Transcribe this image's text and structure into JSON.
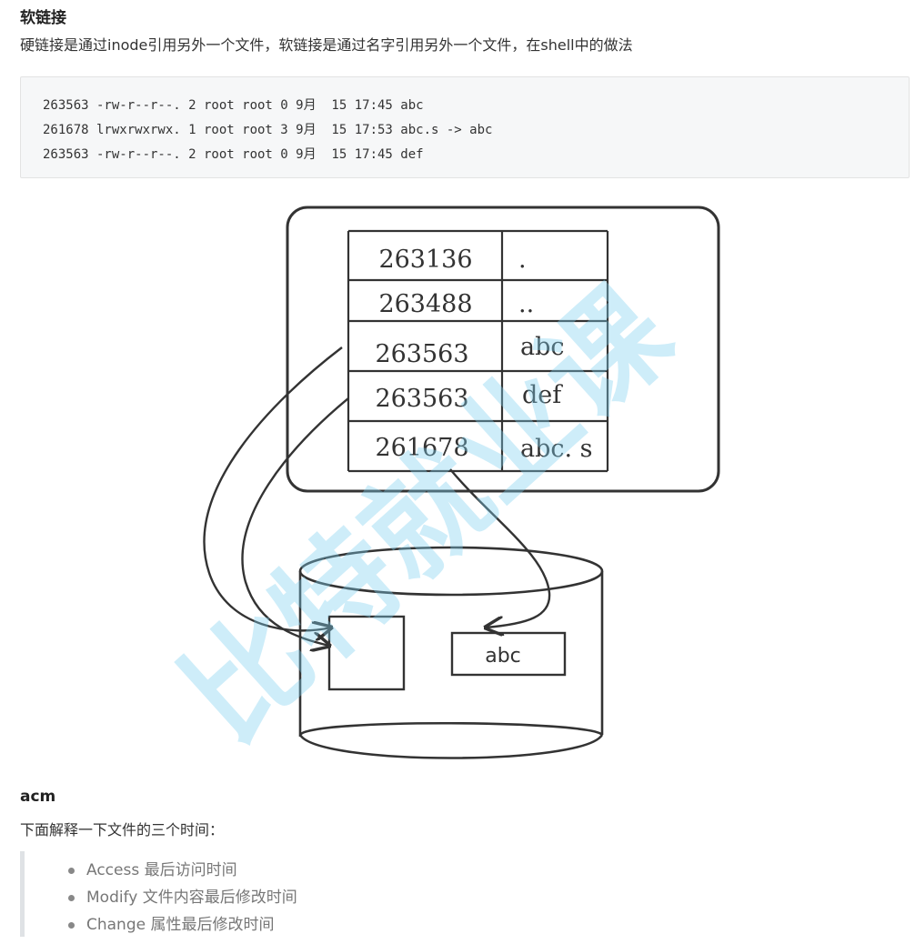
{
  "section1": {
    "title": "软链接",
    "desc": "硬链接是通过inode引用另外一个文件，软链接是通过名字引用另外一个文件，在shell中的做法"
  },
  "code_lines": [
    "263563 -rw-r--r--. 2 root root 0 9月  15 17:45 abc",
    "261678 lrwxrwxrwx. 1 root root 3 9月  15 17:53 abc.s -> abc",
    "263563 -rw-r--r--. 2 root root 0 9月  15 17:45 def"
  ],
  "diagram": {
    "rows": [
      {
        "inode": "263136",
        "name": "."
      },
      {
        "inode": "263488",
        "name": ".."
      },
      {
        "inode": "263563",
        "name": "abc"
      },
      {
        "inode": "263563",
        "name": "def"
      },
      {
        "inode": "261678",
        "name": "abc. s"
      }
    ],
    "disk_block_label": "abc",
    "watermark": "比特就业课"
  },
  "section2": {
    "title": "acm",
    "desc": "下面解释一下文件的三个时间："
  },
  "times": [
    "Access 最后访问时间",
    "Modify 文件内容最后修改时间",
    "Change 属性最后修改时间"
  ]
}
